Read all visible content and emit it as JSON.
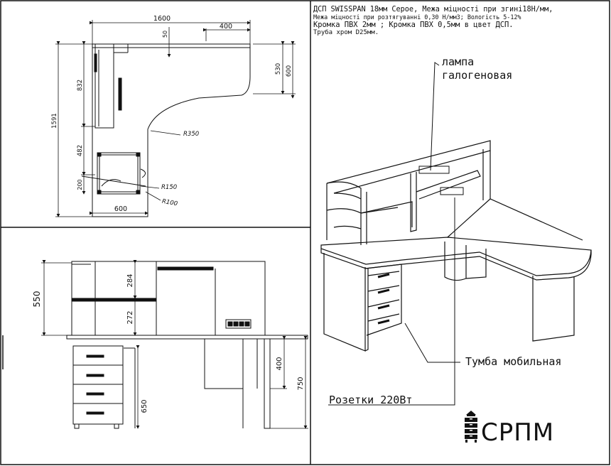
{
  "spec": {
    "line1": "ДСП SWISSPAN 18мм Серое, Межа міцності при згині18Н/мм,",
    "line2": "Межа міцності при розтягуванні 0,30 Н/мм3; Вологість 5-12%",
    "line3": "Кромка ПВХ 2мм ; Кромка ПВХ 0,5мм в цвет ДСП.",
    "line4": "Труба хром D25мм."
  },
  "top_view": {
    "width": "1600",
    "depth_top": "50",
    "shelf_width": "400",
    "right_depth_inner": "530",
    "right_depth": "600",
    "total_depth": "1591",
    "upper_depth": "832",
    "mid_depth": "482",
    "lower_depth": "200",
    "bottom_width": "600",
    "radius_large": "R350",
    "radius_mid": "R150",
    "radius_small": "R100"
  },
  "front_view": {
    "hutch_height": "550",
    "shelf_top": "284",
    "shelf_bottom": "272",
    "cabinet_height": "650",
    "panel_height": "400",
    "total_height": "750"
  },
  "callouts": {
    "lamp_line1": "лампа",
    "lamp_line2": "галогеновая",
    "pedestal": "Тумба мобильная",
    "sockets": "Розетки 220Вт"
  },
  "logo": {
    "text": "СРПМ"
  }
}
